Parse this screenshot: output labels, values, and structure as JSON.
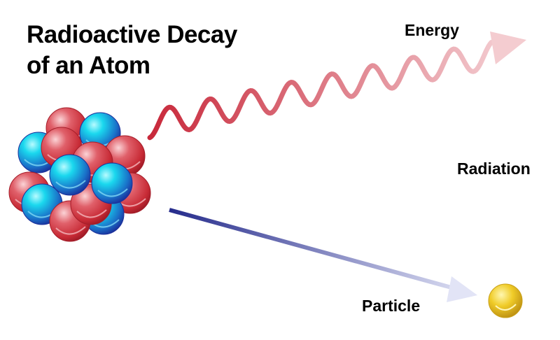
{
  "title": {
    "line1": "Radioactive Decay",
    "line2": "of an Atom"
  },
  "labels": {
    "energy": "Energy",
    "radiation": "Radiation",
    "particle": "Particle"
  },
  "colors": {
    "proton": "#d0343e",
    "neutron": "#1a8fd8",
    "energy_wave": "#c8283a",
    "particle_arrow": "#2a2f8f",
    "particle": "#e8c020"
  },
  "icons": {
    "nucleus": "atom-nucleus",
    "wave": "energy-wave-arrow",
    "arrow": "particle-arrow",
    "particle": "particle-sphere"
  }
}
